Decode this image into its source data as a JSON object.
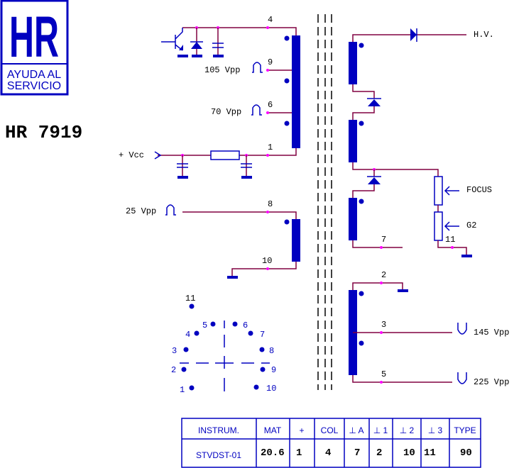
{
  "logo": {
    "big": "HR",
    "line1": "AYUDA AL",
    "line2": "SERVICIO"
  },
  "model": "HR 7919",
  "primary": {
    "pins": [
      "4",
      "9",
      "6",
      "1"
    ],
    "signals": {
      "pin9": "105 Vpp",
      "pin6": "70 Vpp"
    },
    "supply": "+ Vcc"
  },
  "aux": {
    "pins": [
      "8",
      "10"
    ],
    "signal": "25 Vpp"
  },
  "hv": {
    "out": "H.V.",
    "focus": "FOCUS",
    "g2": "G2",
    "pin11": "11",
    "pin7": "7"
  },
  "secondary": {
    "pins": [
      "2",
      "3",
      "5"
    ],
    "sig3": "145 Vpp",
    "sig5": "225 Vpp"
  },
  "pinout": {
    "labels": [
      "1",
      "2",
      "3",
      "4",
      "5",
      "6",
      "7",
      "8",
      "9",
      "10",
      "11"
    ]
  },
  "table": {
    "headers": [
      "INSTRUM.",
      "MAT",
      "+",
      "COL",
      "⊥ A",
      "⊥ 1",
      "⊥ 2",
      "⊥ 3",
      "TYPE"
    ],
    "values": [
      "STVDST-01",
      "20.6",
      "1",
      "4",
      "7",
      "2",
      "10",
      "11",
      "90"
    ]
  },
  "colors": {
    "symbol": "#0000c0",
    "wire": "#800040",
    "node": "#ff00ff"
  }
}
